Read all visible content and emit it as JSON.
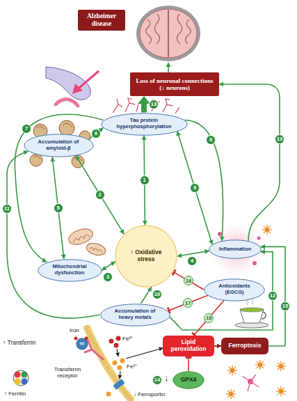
{
  "diagram": {
    "nodes": [
      {
        "text": [
          "Alzheimer disease"
        ]
      },
      {
        "text": [
          "Loss of neuronal connections (↓ neurons)"
        ]
      },
      {
        "text": [
          "Tau protein hyperphosphorylation"
        ]
      },
      {
        "text": [
          "Accumulation of amyloid-β"
        ]
      },
      {
        "text": [
          "↑ Oxidative stress"
        ]
      },
      {
        "text": [
          "Inflammation"
        ]
      },
      {
        "text": [
          "Mitochondrial dysfunction"
        ]
      },
      {
        "text": [
          "Antioxidants (EGCG)"
        ]
      },
      {
        "text": [
          "Accumulation of heavy metals"
        ]
      },
      {
        "text": [
          "Lipid peroxidation"
        ]
      },
      {
        "text": [
          "Ferroptosis"
        ]
      },
      {
        "text": [
          "GPX4"
        ]
      }
    ],
    "edges": [
      {
        "from": 1,
        "to": 0,
        "arrow": "to"
      },
      {
        "from": 2,
        "to": 1,
        "arrow": "to",
        "label": "13"
      },
      {
        "from": 5,
        "to": 1,
        "arrow": "to",
        "label": "13"
      },
      {
        "from": 3,
        "to": 2,
        "arrow": "to",
        "label": "6"
      },
      {
        "from": 2,
        "to": 6,
        "arrow": "to",
        "label": "7"
      },
      {
        "from": 2,
        "to": 5,
        "arrow": "to",
        "label": "8"
      },
      {
        "from": 2,
        "to": 4,
        "arrow": "both",
        "label": "1"
      },
      {
        "from": 3,
        "to": 4,
        "arrow": "both",
        "label": "2"
      },
      {
        "from": 6,
        "to": 4,
        "arrow": "both",
        "label": "3"
      },
      {
        "from": 4,
        "to": 5,
        "arrow": "both",
        "label": "4"
      },
      {
        "from": 3,
        "to": 6,
        "arrow": "both",
        "label": "5"
      },
      {
        "from": 2,
        "to": 5,
        "arrow": "both",
        "label": "9"
      },
      {
        "from": 8,
        "to": 4,
        "arrow": "to",
        "label": "10"
      },
      {
        "from": 8,
        "to": 3,
        "arrow": "to",
        "label": "11"
      },
      {
        "from": 8,
        "to": 5,
        "arrow": "to",
        "label": "12"
      },
      {
        "from": 10,
        "to": 5,
        "arrow": "to",
        "label": "15"
      },
      {
        "from": 7,
        "to": 4,
        "arrow": "to",
        "label": "16"
      },
      {
        "from": 7,
        "to": 8,
        "arrow": "to",
        "label": "17"
      },
      {
        "from": 7,
        "to": 9,
        "arrow": "to",
        "label": "18"
      },
      {
        "from": 9,
        "to": 10,
        "arrow": "to"
      },
      {
        "from": 11,
        "to": 9,
        "arrow": "to"
      }
    ],
    "labels": [
      "Iron",
      "↑ Transferrin",
      "TF",
      "Fe³⁺",
      "Fe²⁺",
      "Transferrin receptor",
      "↑ Ferritin",
      "14",
      "↓",
      "↓ Ferroportin"
    ]
  }
}
